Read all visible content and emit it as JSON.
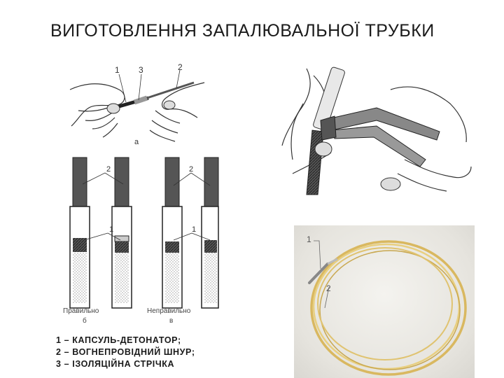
{
  "slide": {
    "title": "ВИГОТОВЛЕННЯ  ЗАПАЛЮВАЛЬНОЇ  ТРУБКИ"
  },
  "figure_a": {
    "callouts": [
      "1",
      "3",
      "2"
    ],
    "caption": "а"
  },
  "figure_tubes": {
    "callouts_top": [
      "2",
      "2"
    ],
    "callouts_mid": [
      "1",
      "1"
    ],
    "label_correct": "Правильно",
    "label_incorrect": "Неправильно",
    "caption_b": "б",
    "caption_v": "в"
  },
  "photo": {
    "callouts": [
      "1",
      "2"
    ]
  },
  "legend": {
    "line1": "1 – КАПСУЛЬ-ДЕТОНАТОР;",
    "line2": "2 – ВОГНЕПРОВІДНИЙ ШНУР;",
    "line3": "3 – ІЗОЛЯЦІЙНА СТРІЧКА"
  }
}
